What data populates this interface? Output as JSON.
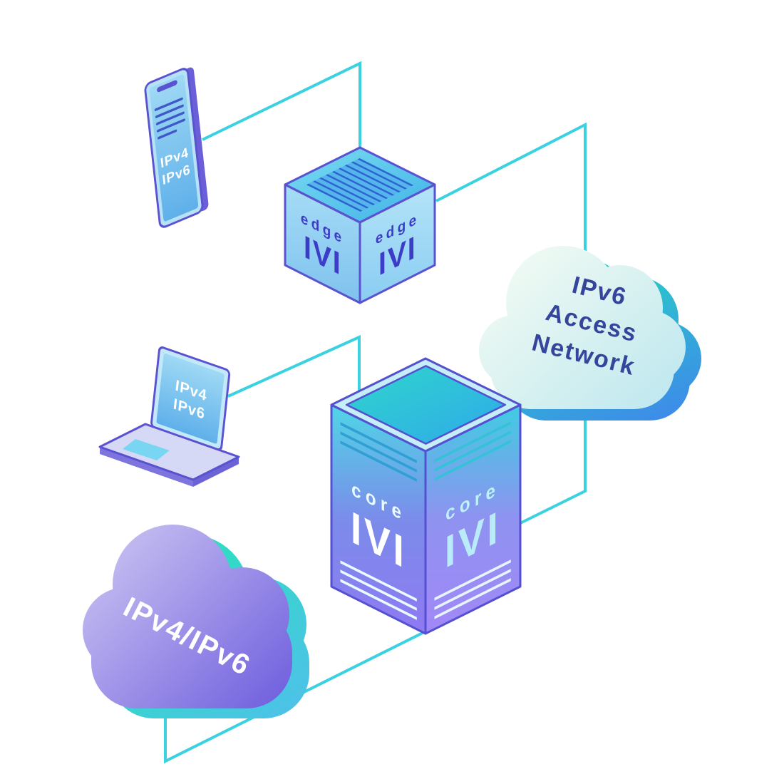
{
  "devices": {
    "phone": {
      "label_line1": "IPv4",
      "label_line2": "IPv6"
    },
    "laptop": {
      "label_line1": "IPv4",
      "label_line2": "IPv6"
    },
    "edge_router": {
      "role": "edge",
      "brand": "IVI"
    },
    "core_router": {
      "role": "core",
      "brand": "IVI"
    }
  },
  "clouds": {
    "access_network": {
      "line1": "IPv6",
      "line2": "Access",
      "line3": "Network"
    },
    "dual_stack": {
      "label": "IPv4/IPv6"
    }
  },
  "colors": {
    "line_cyan": "#3ad2e0",
    "outline_purple": "#5a52d0",
    "text_indigo": "#35459c",
    "text_white": "#ffffff",
    "edge_text_indigo": "#3c3cc6"
  }
}
